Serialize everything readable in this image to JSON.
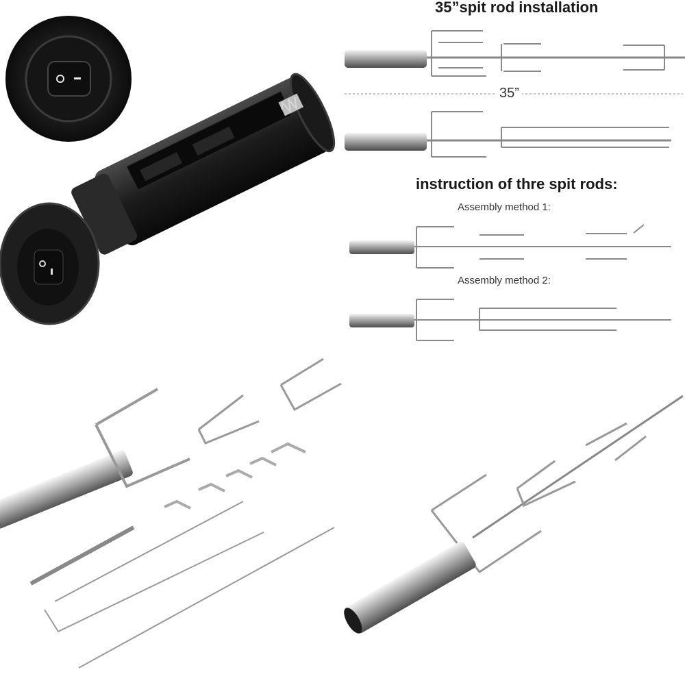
{
  "installation": {
    "title": "35”spit rod installation",
    "length_label": "35”"
  },
  "instructions": {
    "title": "instruction of thre spit rods:",
    "method1": "Assembly method 1:",
    "method2": "Assembly method 2:"
  },
  "switch": {
    "off_symbol": "O",
    "on_symbol": "-"
  }
}
